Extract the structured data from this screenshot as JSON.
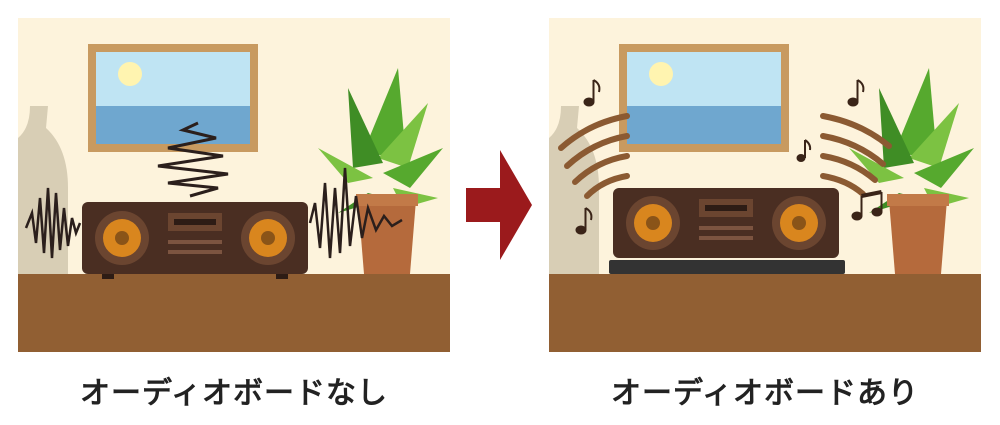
{
  "captions": {
    "without_board": "オーディオボードなし",
    "with_board": "オーディオボードあり"
  },
  "colors": {
    "wall": "#fdf3dc",
    "floor": "#915f33",
    "stereo_body": "#4a2e22",
    "speaker_cone": "#d9861e",
    "noise": "#2b1f1c",
    "sound_waves": "#8b5a32",
    "music_notes": "#3a2418",
    "arrow": "#9b1a1c",
    "audio_board": "#333333",
    "pot": "#b56a3c",
    "leaf": "#56a92e"
  },
  "icons": [
    "framed-seascape",
    "vase",
    "potted-plant",
    "stereo",
    "noise-zigzag",
    "sound-waves",
    "music-note",
    "right-arrow"
  ]
}
